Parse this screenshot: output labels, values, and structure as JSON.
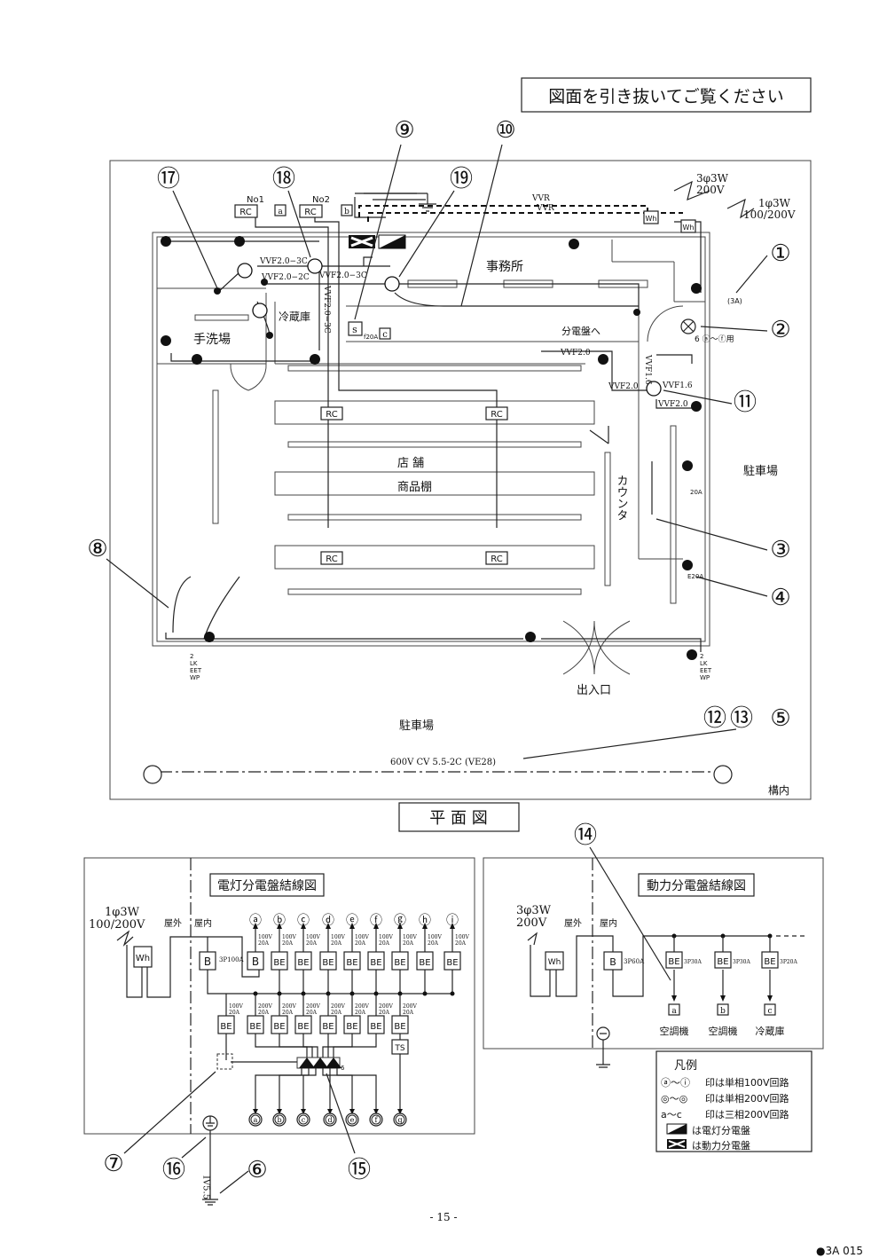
{
  "header": {
    "notice": "図面を引き抜いてご覧ください"
  },
  "plan": {
    "title": "平 面 図",
    "rooms": {
      "office": "事務所",
      "fridge": "冷蔵庫",
      "washroom": "手洗場",
      "store": "店 舗",
      "shelf": "商品棚",
      "counter": "カウンタ",
      "parking_right": "駐車場",
      "entrance": "出入口",
      "parking_bottom": "駐車場",
      "premises": "構内"
    },
    "supply": {
      "three_phase": [
        "3φ3W",
        "200V"
      ],
      "single_phase": [
        "1φ3W",
        "100/200V"
      ],
      "vvr": [
        "VVR",
        "VVR"
      ]
    },
    "rc": [
      {
        "label": "RC",
        "name": "No1",
        "target": "a"
      },
      {
        "label": "RC",
        "name": "No2",
        "target": "b"
      }
    ],
    "cables": {
      "vvf23c_a": "VVF2.0−3C",
      "vvf23c_b": "VVF2.0−3C",
      "vvf23c_v": "VVF2.0−3C",
      "vvf22c": "VVF2.0−2C",
      "vvf20_a": "VVF2.0",
      "vvf20_b": "VVF2.0",
      "vvf20_c": "VVF2.0",
      "vvf16_a": "VVF1.6",
      "vvf16_b": "VVF1.6",
      "main": "600V CV 5.5-2C (VE28)"
    },
    "labels": {
      "to_panel": "分電盤へ",
      "switch_f20a": "f20A",
      "sw_box": "c",
      "fan_range": "6 ⓐ～ⓕ用",
      "e20a": "E20A",
      "20a": "20A",
      "lk": "LK",
      "outlet_3a": "(3A)",
      "outlet_left": [
        "2",
        "LK",
        "EET",
        "WP"
      ],
      "outlet_right": [
        "2",
        "LK",
        "EET",
        "WP"
      ]
    },
    "callouts": [
      "①",
      "②",
      "③",
      "④",
      "⑤",
      "⑧",
      "⑨",
      "⑩",
      "⑪",
      "⑫",
      "⑬",
      "⑰",
      "⑱",
      "⑲"
    ]
  },
  "lighting_panel": {
    "title": "電灯分電盤結線図",
    "supply": [
      "1φ3W",
      "100/200V"
    ],
    "outdoor": "屋外",
    "indoor": "屋内",
    "meter": "Wh",
    "main_breaker": {
      "label": "B",
      "rating": "3P100A"
    },
    "row1": [
      {
        "box": "B",
        "rating": [
          "100V",
          "20A"
        ],
        "circuit": "ⓐ"
      },
      {
        "box": "BE",
        "rating": [
          "100V",
          "20A"
        ],
        "circuit": "ⓑ"
      },
      {
        "box": "BE",
        "rating": [
          "100V",
          "20A"
        ],
        "circuit": "ⓒ"
      },
      {
        "box": "BE",
        "rating": [
          "100V",
          "20A"
        ],
        "circuit": "ⓓ"
      },
      {
        "box": "BE",
        "rating": [
          "100V",
          "20A"
        ],
        "circuit": "ⓔ"
      },
      {
        "box": "BE",
        "rating": [
          "100V",
          "20A"
        ],
        "circuit": "ⓕ"
      },
      {
        "box": "BE",
        "rating": [
          "100V",
          "20A"
        ],
        "circuit": "ⓖ"
      },
      {
        "box": "BE",
        "rating": [
          "100V",
          "20A"
        ],
        "circuit": "ⓗ"
      },
      {
        "box": "BE",
        "rating": [
          "100V",
          "20A"
        ],
        "circuit": "ⓘ"
      }
    ],
    "row2": [
      {
        "box": "BE",
        "rating": [
          "100V",
          "20A"
        ]
      },
      {
        "box": "BE",
        "rating": [
          "200V",
          "20A"
        ]
      },
      {
        "box": "BE",
        "rating": [
          "200V",
          "20A"
        ]
      },
      {
        "box": "BE",
        "rating": [
          "200V",
          "20A"
        ]
      },
      {
        "box": "BE",
        "rating": [
          "200V",
          "20A"
        ]
      },
      {
        "box": "BE",
        "rating": [
          "200V",
          "20A"
        ]
      },
      {
        "box": "BE",
        "rating": [
          "200V",
          "20A"
        ]
      },
      {
        "box": "BE",
        "rating": [
          "200V",
          "20A"
        ]
      }
    ],
    "timer": "TS",
    "terminal_count": "6",
    "outputs": [
      "a",
      "b",
      "c",
      "d",
      "e",
      "f",
      "g"
    ],
    "ground_cable": "IV5.5",
    "callouts": [
      "⑦",
      "⑯",
      "⑥",
      "⑮"
    ]
  },
  "power_panel": {
    "title": "動力分電盤結線図",
    "supply": [
      "3φ3W",
      "200V"
    ],
    "outdoor": "屋外",
    "indoor": "屋内",
    "meter": "Wh",
    "main_breaker": {
      "label": "B",
      "rating": "3P60A"
    },
    "branches": [
      {
        "box": "BE",
        "rating": "3P30A",
        "target": "a",
        "load": "空調機"
      },
      {
        "box": "BE",
        "rating": "3P30A",
        "target": "b",
        "load": "空調機"
      },
      {
        "box": "BE",
        "rating": "3P20A",
        "target": "c",
        "load": "冷蔵庫"
      }
    ],
    "callout": "⑭"
  },
  "legend": {
    "title": "凡例",
    "items": [
      {
        "symbol": "ⓐ～ⓘ",
        "text": "印は単相100V回路"
      },
      {
        "symbol": "◎～◎",
        "text": "印は単相200V回路"
      },
      {
        "symbol": "a～c",
        "text": "印は三相200V回路"
      },
      {
        "symbol": "lighting-panel",
        "text": "は電灯分電盤"
      },
      {
        "symbol": "power-panel",
        "text": "は動力分電盤"
      }
    ]
  },
  "footer": {
    "page": "- 15 -",
    "code": "●3A 015"
  }
}
